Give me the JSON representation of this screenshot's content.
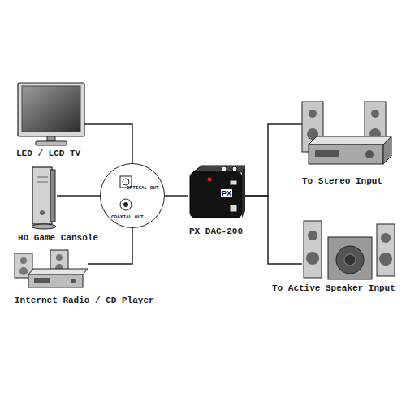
{
  "diagram": {
    "nodes": [
      {
        "text": [
          "LED / LCD TV"
        ]
      },
      {
        "text": [
          "HD Game Cansole"
        ]
      },
      {
        "text": [
          "Internet Radio / CD Player"
        ]
      },
      {
        "text": [
          "OPTICAL OUT",
          "COAXIAL OUT"
        ]
      },
      {
        "text": [
          "PX DAC-200"
        ]
      },
      {
        "text": [
          "To Stereo Input"
        ]
      },
      {
        "text": [
          "To Active Speaker Input"
        ]
      }
    ],
    "edges": [
      {
        "from": 0,
        "to": 3,
        "arrow": "none"
      },
      {
        "from": 1,
        "to": 3,
        "arrow": "none"
      },
      {
        "from": 2,
        "to": 3,
        "arrow": "none"
      },
      {
        "from": 3,
        "to": 4,
        "arrow": "none"
      },
      {
        "from": 4,
        "to": 5,
        "arrow": "none"
      },
      {
        "from": 4,
        "to": 6,
        "arrow": "none"
      }
    ],
    "labels": [
      "PX"
    ]
  }
}
